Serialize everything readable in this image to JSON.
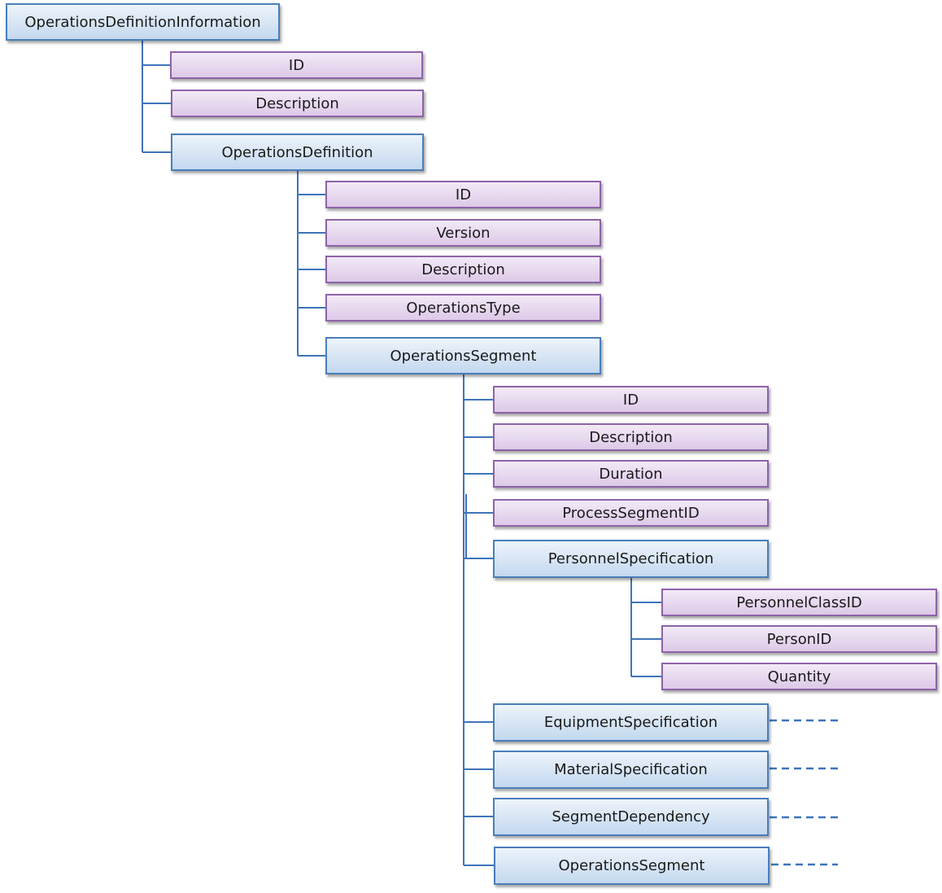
{
  "nodes": {
    "root": "OperationsDefinitionInformation",
    "root_id": "ID",
    "root_description": "Description",
    "operations_definition": "OperationsDefinition",
    "od_id": "ID",
    "od_version": "Version",
    "od_description": "Description",
    "od_operations_type": "OperationsType",
    "operations_segment": "OperationsSegment",
    "os_id": "ID",
    "os_description": "Description",
    "os_duration": "Duration",
    "os_process_segment_id": "ProcessSegmentID",
    "personnel_specification": "PersonnelSpecification",
    "ps_personnel_class_id": "PersonnelClassID",
    "ps_person_id": "PersonID",
    "ps_quantity": "Quantity",
    "equipment_specification": "EquipmentSpecification",
    "material_specification": "MaterialSpecification",
    "segment_dependency": "SegmentDependency",
    "nested_operations_segment": "OperationsSegment"
  },
  "colors": {
    "element_fill": "#ddc9e8",
    "element_border": "#8e63a8",
    "composite_fill": "#c3d8ef",
    "composite_border": "#4a7ebb",
    "connector": "#3e74b8"
  }
}
